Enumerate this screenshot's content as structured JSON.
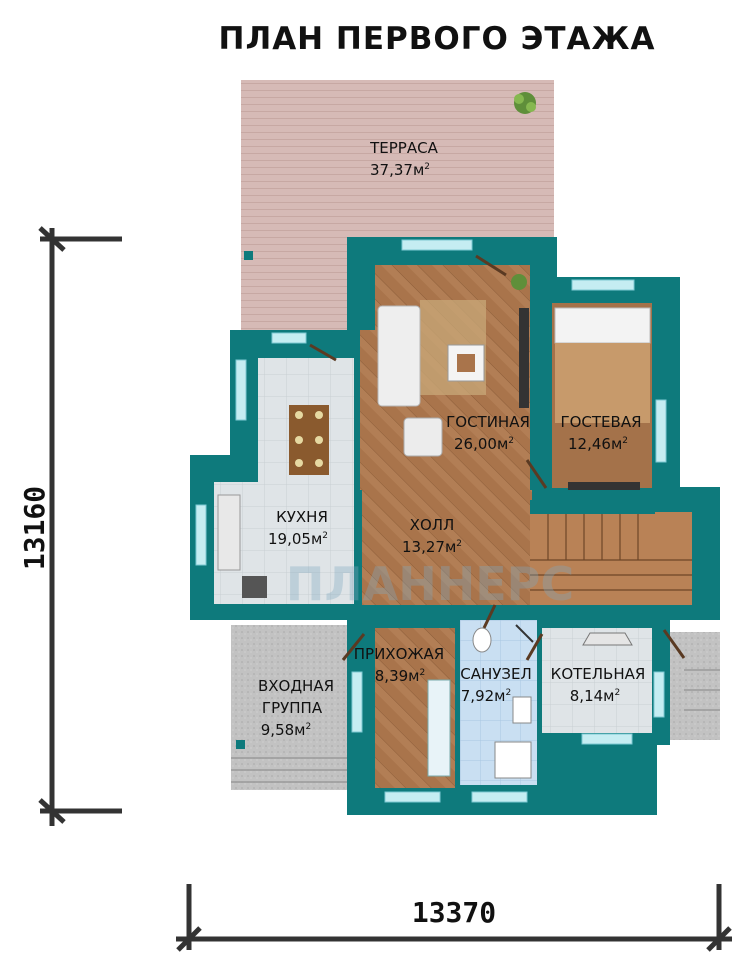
{
  "title": "ПЛАН ПЕРВОГО ЭТАЖА",
  "dimensions": {
    "height": "13160",
    "width": "13370"
  },
  "rooms": {
    "terrace": {
      "name": "ТЕРРАСА",
      "area": "37,37м",
      "sup": "2"
    },
    "living": {
      "name": "ГОСТИНАЯ",
      "area": "26,00м",
      "sup": "2"
    },
    "guest": {
      "name": "ГОСТЕВАЯ",
      "area": "12,46м",
      "sup": "2"
    },
    "kitchen": {
      "name": "КУХНЯ",
      "area": "19,05м",
      "sup": "2"
    },
    "hall": {
      "name": "ХОЛЛ",
      "area": "13,27м",
      "sup": "2"
    },
    "entryhall": {
      "name": "ПРИХОЖАЯ",
      "area": "8,39м",
      "sup": "2"
    },
    "bathroom": {
      "name": "САНУЗЕЛ",
      "area": "7,92м",
      "sup": "2"
    },
    "boiler": {
      "name": "КОТЕЛЬНАЯ",
      "area": "8,14м",
      "sup": "2"
    },
    "entrance": {
      "line1": "ВХОДНАЯ",
      "line2": "ГРУППА",
      "area": "9,58м",
      "sup": "2"
    }
  },
  "watermark": "ПЛАННЕРС",
  "colors": {
    "wall": "#0e7a7c",
    "wall_dark": "#0a5f61",
    "window": "#bfe9ef",
    "terrace": "#d7bcb8",
    "wood": "#a8744a",
    "tile": "#dde3e6",
    "stone": "#bfbfbf"
  }
}
